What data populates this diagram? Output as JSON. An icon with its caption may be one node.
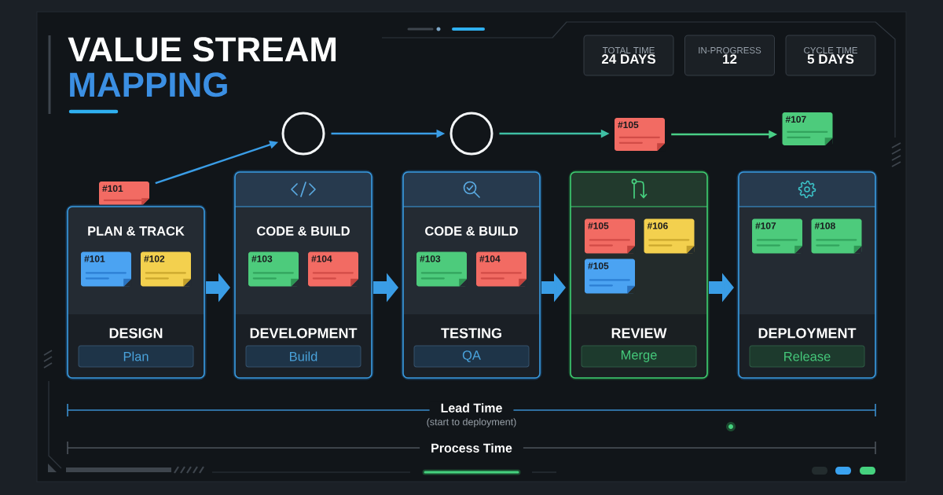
{
  "diagram": {
    "title": "VALUE STREAM MAPPING",
    "nodes": [
      {
        "text": [
          "TOTAL TIME",
          "24 DAYS"
        ]
      },
      {
        "text": [
          "IN-PROGRESS",
          "12"
        ]
      },
      {
        "text": [
          "CYCLE TIME",
          "5 DAYS"
        ]
      },
      {
        "text": [
          "#101"
        ]
      },
      {
        "text": [],
        "shape": "circle"
      },
      {
        "text": [],
        "shape": "circle"
      },
      {
        "text": [
          "#105"
        ]
      },
      {
        "text": [
          "#107"
        ]
      },
      {
        "text": [
          "PLAN & TRACK",
          "DESIGN"
        ]
      },
      {
        "text": [
          "#101"
        ],
        "in": 8
      },
      {
        "text": [
          "#102"
        ],
        "in": 8
      },
      {
        "text": [
          "Plan"
        ],
        "in": 8
      },
      {
        "text": [
          "CODE & BUILD",
          "DEVELOPMENT"
        ]
      },
      {
        "text": [
          "#103"
        ],
        "in": 12
      },
      {
        "text": [
          "#104"
        ],
        "in": 12
      },
      {
        "text": [
          "Build"
        ],
        "in": 12
      },
      {
        "text": [
          "CODE & BUILD",
          "TESTING"
        ]
      },
      {
        "text": [
          "#103"
        ],
        "in": 16
      },
      {
        "text": [
          "#104"
        ],
        "in": 16
      },
      {
        "text": [
          "QA"
        ],
        "in": 16
      },
      {
        "text": [
          "REVIEW"
        ]
      },
      {
        "text": [
          "#105"
        ],
        "in": 20
      },
      {
        "text": [
          "#106"
        ],
        "in": 20
      },
      {
        "text": [
          "#105"
        ],
        "in": 20
      },
      {
        "text": [
          "Merge"
        ],
        "in": 20
      },
      {
        "text": [
          "DEPLOYMENT"
        ]
      },
      {
        "text": [
          "#107"
        ],
        "in": 25
      },
      {
        "text": [
          "#108"
        ],
        "in": 25
      },
      {
        "text": [
          "Release"
        ],
        "in": 25
      }
    ],
    "edges": [
      {
        "from": 3,
        "to": 4,
        "arrow": "to"
      },
      {
        "from": 4,
        "to": 5,
        "arrow": "to"
      },
      {
        "from": 5,
        "to": 6,
        "arrow": "to",
        "color": "#3fbfa4"
      },
      {
        "from": 6,
        "to": 7,
        "arrow": "to",
        "color": "#49cf86"
      },
      {
        "from": 8,
        "to": 12,
        "arrow": "to",
        "style": "thick"
      },
      {
        "from": 12,
        "to": 16,
        "arrow": "to",
        "style": "thick"
      },
      {
        "from": 16,
        "to": 20,
        "arrow": "to",
        "style": "thick"
      },
      {
        "from": 20,
        "to": 25,
        "arrow": "to",
        "style": "thick"
      }
    ],
    "labels": [
      "Lead Time",
      "(start to deployment)",
      "Process Time"
    ]
  }
}
